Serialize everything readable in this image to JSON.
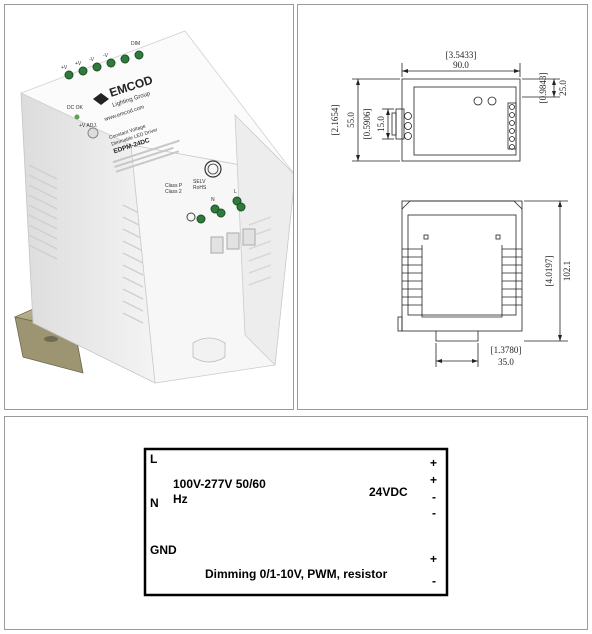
{
  "product": {
    "brand": "EMCOD",
    "brand_sub": "Lighting Group",
    "website": "www.emcod.com",
    "model": "EDPM-24DC",
    "description": "Dimmable LED Driver",
    "series": "Constant Voltage",
    "dim_label": "DIM",
    "dc_ok": "DC OK",
    "adj_label": "+V ADJ.",
    "class_p": "Class P",
    "class_2": "Class 2",
    "selv": "SELV",
    "rohs": "RoHS",
    "l_label": "L",
    "n_label": "N",
    "v_plus": "+V",
    "v_minus": "-V"
  },
  "drawing": {
    "top_width_in": "[3.5433]",
    "top_width_mm": "90.0",
    "right_depth_in": "[0.9843]",
    "right_depth_mm": "25.0",
    "left_height_in": "[2.1654]",
    "left_height_mm": "55.0",
    "inner_height_in": "[0.5906]",
    "inner_height_mm": "15.0",
    "side_height_in": "[4.0197]",
    "side_height_mm": "102.1",
    "rail_width_in": "[1.3780]",
    "rail_width_mm": "35.0"
  },
  "wiring": {
    "input_l": "L",
    "input_n": "N",
    "gnd": "GND",
    "input_voltage_line1": "100V-277V 50/60",
    "input_voltage_line2": "Hz",
    "output_voltage": "24VDC",
    "out_plus_1": "+",
    "out_plus_2": "+",
    "out_minus_1": "-",
    "out_minus_2": "-",
    "dim_plus": "+",
    "dim_minus": "-",
    "dimming_text": "Dimming 0/1-10V, PWM, resistor"
  }
}
